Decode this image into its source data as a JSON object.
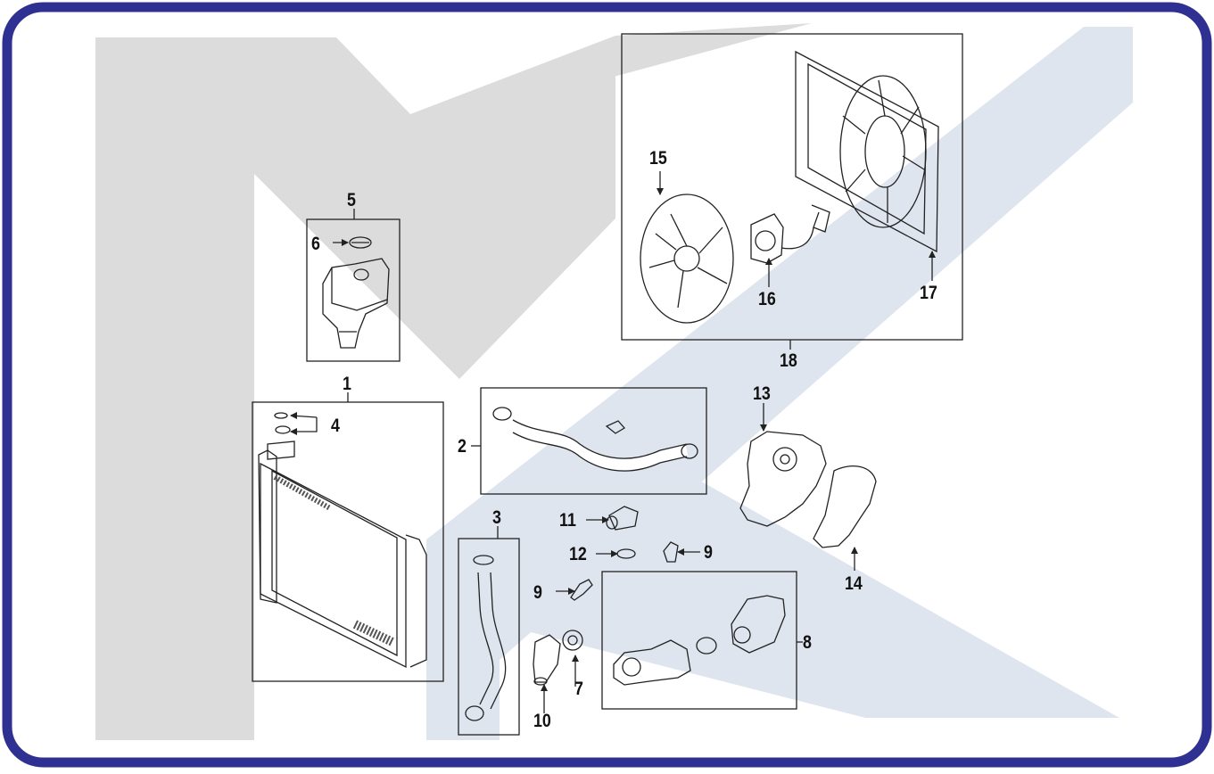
{
  "diagram": {
    "frame_color": "#2e3192",
    "watermark_colors": {
      "gray": "#dcdcdc",
      "blue": "#dfe5ef"
    },
    "callouts": [
      {
        "id": "1",
        "label": "1"
      },
      {
        "id": "2",
        "label": "2"
      },
      {
        "id": "3",
        "label": "3"
      },
      {
        "id": "4",
        "label": "4"
      },
      {
        "id": "5",
        "label": "5"
      },
      {
        "id": "6",
        "label": "6"
      },
      {
        "id": "7",
        "label": "7"
      },
      {
        "id": "8",
        "label": "8"
      },
      {
        "id": "9a",
        "label": "9"
      },
      {
        "id": "9b",
        "label": "9"
      },
      {
        "id": "10",
        "label": "10"
      },
      {
        "id": "11",
        "label": "11"
      },
      {
        "id": "12",
        "label": "12"
      },
      {
        "id": "13",
        "label": "13"
      },
      {
        "id": "14",
        "label": "14"
      },
      {
        "id": "15",
        "label": "15"
      },
      {
        "id": "16",
        "label": "16"
      },
      {
        "id": "17",
        "label": "17"
      },
      {
        "id": "18",
        "label": "18"
      }
    ]
  }
}
